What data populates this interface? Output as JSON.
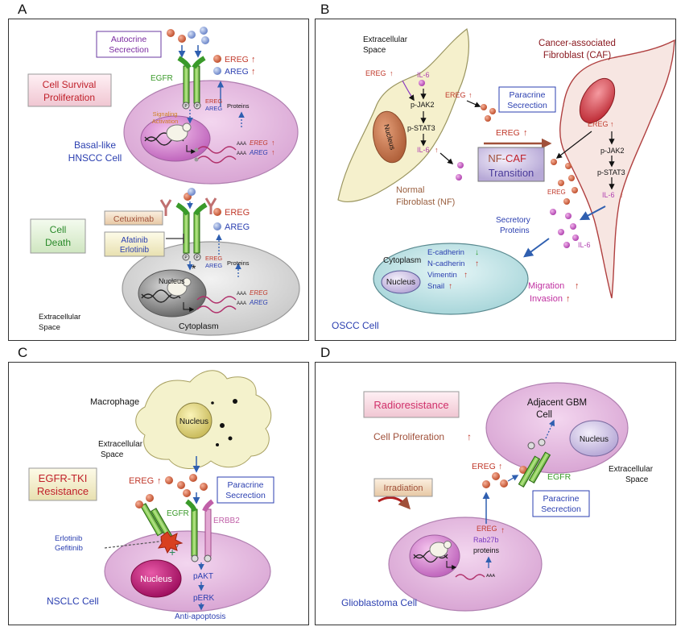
{
  "panels": {
    "A": {
      "label": "A",
      "autocrine": [
        "Autocrine",
        "Secrection"
      ],
      "cell_survival": [
        "Cell Survival",
        "Proliferation"
      ],
      "egfr": "EGFR",
      "p": "P",
      "signaling": [
        "Signaling",
        "Activation"
      ],
      "ereg_up": "EREG",
      "areg_up": "AREG",
      "ereg_small": "EREG",
      "areg_small": "AREG",
      "proteins": "Proteins",
      "aaa": "AAA",
      "mrna_ereg": "EREG",
      "mrna_areg": "AREG",
      "cell_name": [
        "Basal-like",
        "HNSCC Cell"
      ],
      "cetuximab": "Cetuximab",
      "cell_death": [
        "Cell",
        "Death"
      ],
      "tki": [
        "Afatinib",
        "Erlotinib"
      ],
      "ereg_lower": "EREG",
      "areg_lower": "AREG",
      "nucleus": "Nucleus",
      "extracellular": [
        "Extracellular",
        "Space"
      ],
      "cytoplasm": "Cytoplasm",
      "star": "*"
    },
    "B": {
      "label": "B",
      "extracellular": [
        "Extracellular",
        "Space"
      ],
      "caf": [
        "Cancer-associated",
        "Fibroblast (CAF)"
      ],
      "ereg": "EREG",
      "il6": "IL-6",
      "pjak2": "p-JAK2",
      "pstat3": "p-STAT3",
      "paracrine": [
        "Paracrine",
        "Secrection"
      ],
      "nucleus": "Nucleus",
      "transition": [
        "NF-",
        "CAF",
        "Transition"
      ],
      "normal_fibroblast": [
        "Normal",
        "Fibroblast (NF)"
      ],
      "secretory": [
        "Secretory",
        "Proteins"
      ],
      "cytoplasm": "Cytoplasm",
      "markers": [
        "E-cadherin",
        "N-cadherin",
        "Vimentin",
        "Snail"
      ],
      "migration": "Migration",
      "invasion": "Invasion",
      "oscc": "OSCC Cell"
    },
    "C": {
      "label": "C",
      "macrophage": "Macrophage",
      "nucleus": "Nucleus",
      "extracellular": [
        "Extracellular",
        "Space"
      ],
      "resistance": [
        "EGFR-TKI",
        "Resistance"
      ],
      "ereg": "EREG",
      "paracrine": [
        "Paracrine",
        "Secrection"
      ],
      "egfr": "EGFR",
      "erbb2": "ERBB2",
      "drugs": [
        "Erlotinib",
        "Gefitinib"
      ],
      "pakt": "pAKT",
      "perk": "pERK",
      "anti": "Anti-apoptosis",
      "cell": "NSCLC Cell"
    },
    "D": {
      "label": "D",
      "radioresistance": "Radioresistance",
      "adjacent": [
        "Adjacent GBM",
        "Cell"
      ],
      "nucleus": "Nucleus",
      "proliferation": "Cell Proliferation",
      "ereg": "EREG",
      "egfr": "EGFR",
      "extracellular": [
        "Extracellular",
        "Space"
      ],
      "irradiation": "Irradiation",
      "paracrine": [
        "Paracrine",
        "Secrection"
      ],
      "rab27b": "Rab27b",
      "proteins": "proteins",
      "aaa": "AAA",
      "cell": "Glioblastoma Cell"
    }
  },
  "colors": {
    "ereg": "#c0392b",
    "areg": "#2b3fb0",
    "egfr": "#3a9a2a",
    "arrow": "#2f5fb0",
    "il6": "#b040b0"
  }
}
